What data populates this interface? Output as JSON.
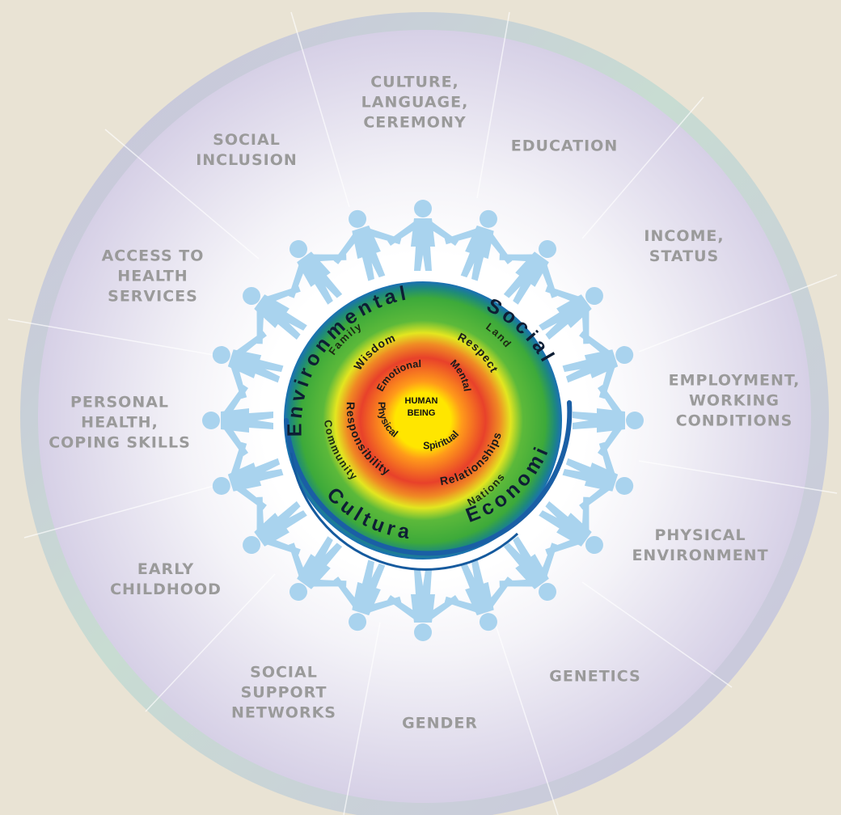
{
  "determinants": [
    {
      "key": "culture",
      "lines": [
        "CULTURE,",
        "LANGUAGE,",
        "CEREMONY"
      ]
    },
    {
      "key": "education",
      "lines": [
        "EDUCATION"
      ]
    },
    {
      "key": "income",
      "lines": [
        "INCOME,",
        "STATUS"
      ]
    },
    {
      "key": "employment",
      "lines": [
        "EMPLOYMENT,",
        "WORKING",
        "CONDITIONS"
      ]
    },
    {
      "key": "physical-environment",
      "lines": [
        "PHYSICAL",
        "ENVIRONMENT"
      ]
    },
    {
      "key": "genetics",
      "lines": [
        "GENETICS"
      ]
    },
    {
      "key": "gender",
      "lines": [
        "GENDER"
      ]
    },
    {
      "key": "social-support",
      "lines": [
        "SOCIAL",
        "SUPPORT",
        "NETWORKS"
      ]
    },
    {
      "key": "early-childhood",
      "lines": [
        "EARLY",
        "CHILDHOOD"
      ]
    },
    {
      "key": "personal-health",
      "lines": [
        "PERSONAL",
        "HEALTH,",
        "COPING SKILLS"
      ]
    },
    {
      "key": "access-health",
      "lines": [
        "ACCESS TO",
        "HEALTH",
        "SERVICES"
      ]
    },
    {
      "key": "social-inclusion",
      "lines": [
        "SOCIAL",
        "INCLUSION"
      ]
    }
  ],
  "outer_ring": {
    "environmental": "Environmental",
    "social": "Social",
    "economic": "Economic",
    "cultural": "Cultural"
  },
  "green_ring": {
    "family": "Family",
    "land": "Land",
    "nations": "Nations",
    "community": "Community"
  },
  "yellow_ring": {
    "wisdom": "Wisdom",
    "respect": "Respect",
    "relationships": "Relationships",
    "responsibility": "Responsibility"
  },
  "red_ring": {
    "emotional": "Emotional",
    "mental": "Mental",
    "spiritual": "Spiritual",
    "physical": "Physical"
  },
  "center": {
    "line1": "HUMAN",
    "line2": "BEING"
  },
  "colors": {
    "background": "#e9e3d4",
    "determinant_text": "#9a9a9a",
    "figures": "#a9d3ee",
    "ring_blue": "#1a6fb5",
    "ring_green": "#3daa3a",
    "core_yellow": "#ffe600",
    "core_red": "#e8412a"
  }
}
